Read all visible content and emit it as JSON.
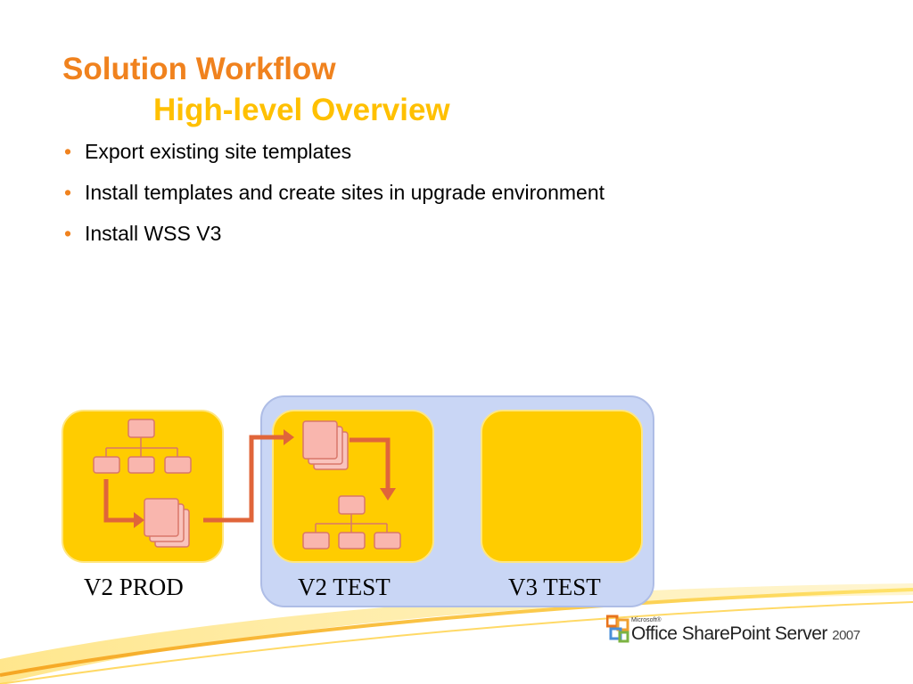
{
  "slide": {
    "title": "Solution Workflow",
    "subtitle": "High-level Overview",
    "bullets": [
      "Export existing site templates",
      "Install templates  and create sites in upgrade environment",
      "Install WSS V3"
    ]
  },
  "diagram": {
    "environments": [
      "V2 PROD",
      "V2 TEST",
      "V3 TEST"
    ]
  },
  "logo": {
    "microsoft": "Microsoft®",
    "product": "Office SharePoint Server",
    "year": "2007"
  },
  "colors": {
    "title": "#f0821e",
    "subtitle": "#ffc000",
    "box_fill": "#ffcc00",
    "group_fill": "#c9d6f5",
    "arrow": "#e0653a",
    "node_fill": "#f9b6ae"
  }
}
